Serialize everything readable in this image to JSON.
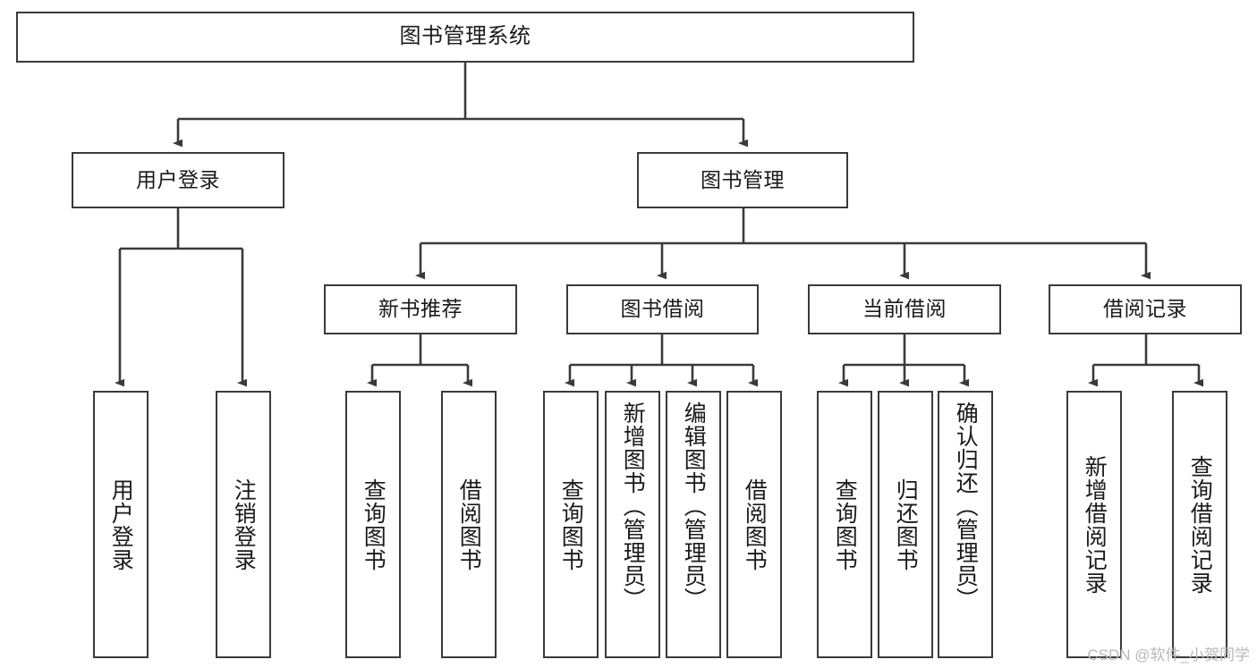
{
  "diagram": {
    "type": "tree-flowchart",
    "title": "图书管理系统",
    "orientation": "top-down",
    "line_color": "#3a3a3a",
    "box_fill": "#ffffff",
    "text_color": "#1a1a1a"
  },
  "nodes": {
    "root": {
      "label": "图书管理系统"
    },
    "level1": [
      {
        "label": "用户登录"
      },
      {
        "label": "图书管理"
      }
    ],
    "level2": [
      {
        "label": "新书推荐"
      },
      {
        "label": "图书借阅"
      },
      {
        "label": "当前借阅"
      },
      {
        "label": "借阅记录"
      }
    ],
    "leaves_user_login": [
      {
        "label": "用户登录"
      },
      {
        "label": "注销登录"
      }
    ],
    "leaves_new_books": [
      {
        "label": "查询图书"
      },
      {
        "label": "借阅图书"
      }
    ],
    "leaves_borrow": [
      {
        "label": "查询图书"
      },
      {
        "label": "新增图书（管理员）"
      },
      {
        "label": "编辑图书（管理员）"
      },
      {
        "label": "借阅图书"
      }
    ],
    "leaves_current": [
      {
        "label": "查询图书"
      },
      {
        "label": "归还图书"
      },
      {
        "label": "确认归还（管理员）"
      }
    ],
    "leaves_records": [
      {
        "label": "新增借阅记录"
      },
      {
        "label": "查询借阅记录"
      }
    ]
  },
  "watermark": {
    "text": "CSDN @软件_小贺同学"
  }
}
